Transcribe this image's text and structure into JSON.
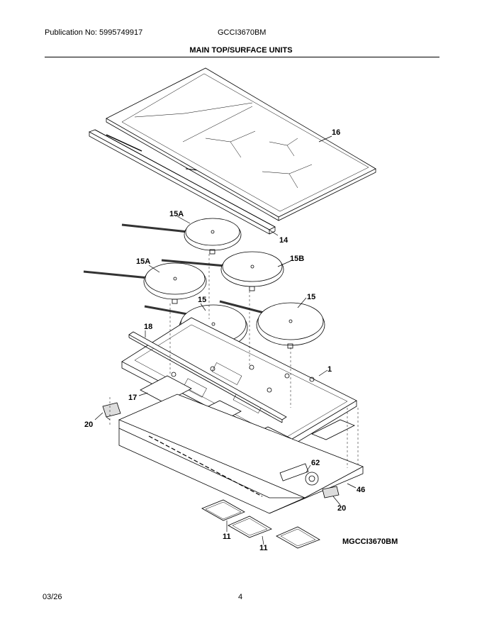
{
  "header": {
    "publication": "Publication No: 5995749917",
    "model": "GCCI3670BM",
    "title": "MAIN TOP/SURFACE UNITS"
  },
  "diagram": {
    "callouts": {
      "c16": "16",
      "c14": "14",
      "c15A_top": "15A",
      "c15A_left": "15A",
      "c15B": "15B",
      "c15_mid": "15",
      "c15_right": "15",
      "c18": "18",
      "c1": "1",
      "c17": "17",
      "c20_left": "20",
      "c62": "62",
      "c46": "46",
      "c20_right": "20",
      "c11_a": "11",
      "c11_b": "11"
    },
    "drawing_id": "MGCCI3670BM"
  },
  "footer": {
    "date": "03/26",
    "page": "4"
  }
}
